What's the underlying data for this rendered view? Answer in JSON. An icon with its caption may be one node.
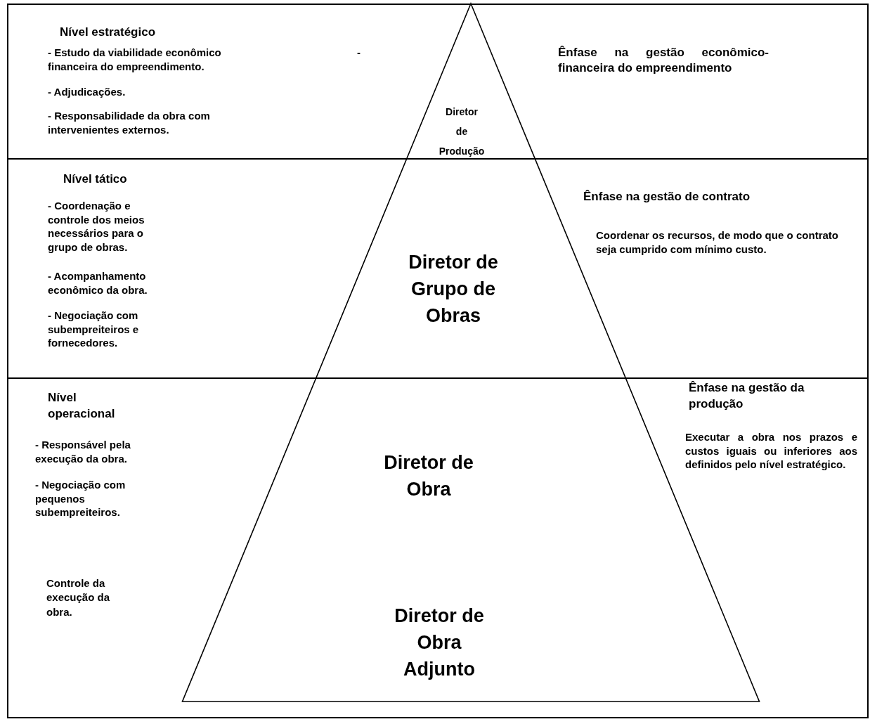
{
  "diagram": {
    "nodes": [
      {
        "text": [
          "Nível estratégico",
          "- Estudo da viabilidade econômico financeira do empreendimento.",
          "- Adjudicações.",
          "- Responsabilidade da obra com intervenientes externos.",
          "-",
          "Diretor de Produção",
          "Ênfase na gestão econômico-financeira do empreendimento"
        ]
      },
      {
        "text": [
          "Nível tático",
          "- Coordenação e controle dos meios necessários para o grupo de obras.",
          "- Acompanhamento econômico da obra.",
          "- Negociação com subempreiteiros e fornecedores.",
          "Diretor de Grupo de Obras",
          "Ênfase na gestão de contrato",
          "Coordenar os recursos, de modo que o contrato seja cumprido com mínimo custo."
        ]
      },
      {
        "text": [
          "Nível operacional",
          "- Responsável pela execução da obra.",
          "- Negociação com pequenos subempreiteiros.",
          "Controle da execução da obra.",
          "Diretor de Obra",
          "Diretor de Obra Adjunto",
          "Ênfase na gestão da produção",
          "Executar a obra nos prazos e custos iguais ou inferiores aos definidos pelo nível estratégico."
        ]
      }
    ]
  }
}
